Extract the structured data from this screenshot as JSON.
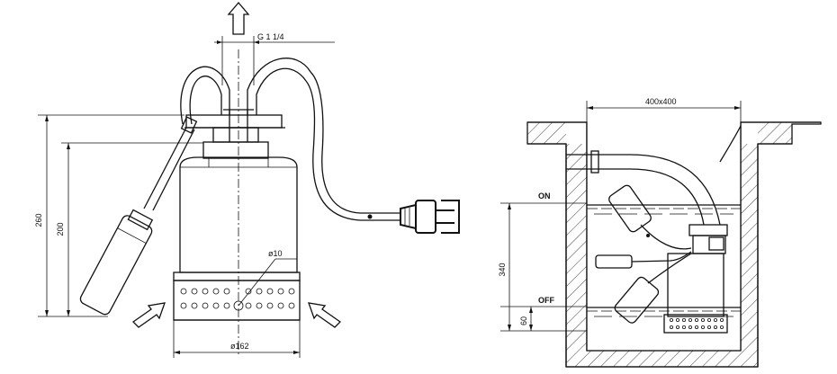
{
  "left_view": {
    "outlet_thread": "G 1 1/4",
    "height_total": "260",
    "height_body": "200",
    "hole_dia": "ø10",
    "base_dia": "ø162"
  },
  "right_view": {
    "pit_size": "400x400",
    "level_on": "ON",
    "level_off": "OFF",
    "height_on": "340",
    "height_off": "60"
  }
}
